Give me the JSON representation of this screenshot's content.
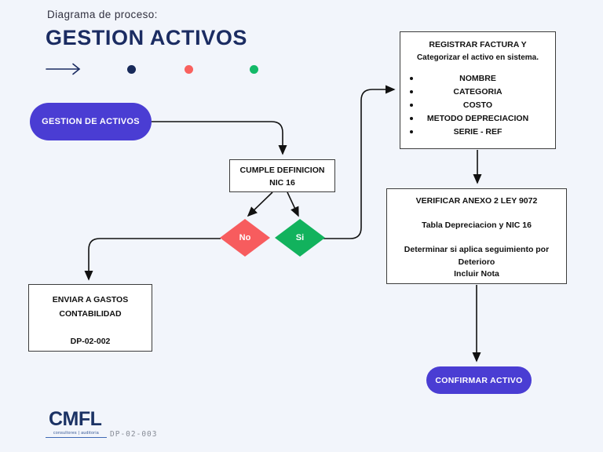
{
  "header": {
    "subtitle": "Diagrama de proceso:",
    "title": "GESTION ACTIVOS"
  },
  "legend": {
    "arrow_icon": "right-arrow",
    "dot_colors": [
      "#182a5a",
      "#f9615e",
      "#13b968"
    ]
  },
  "nodes": {
    "start": {
      "label": "GESTION DE ACTIVOS"
    },
    "cumple": {
      "line1": "CUMPLE DEFINICION",
      "line2": "NIC 16"
    },
    "decision_no": {
      "label": "No"
    },
    "decision_si": {
      "label": "Si"
    },
    "enviar": {
      "line1": "ENVIAR A GASTOS",
      "line2": "CONTABILIDAD",
      "code": "DP-02-002"
    },
    "registrar": {
      "title1": "REGISTRAR FACTURA Y",
      "title2": "Categorizar el activo en sistema.",
      "bullets": [
        "NOMBRE",
        "CATEGORIA",
        "COSTO",
        "METODO DEPRECIACION",
        "SERIE - REF"
      ]
    },
    "verificar": {
      "line1": "VERIFICAR ANEXO 2 LEY 9072",
      "line2": "Tabla Depreciacion y NIC 16",
      "line3": "Determinar si aplica seguimiento por",
      "line4": "Deterioro",
      "line5": "Incluir Nota"
    },
    "confirmar": {
      "label": "CONFIRMAR ACTIVO"
    }
  },
  "footer": {
    "logo": "CMFL",
    "logo_sub": "consultores | auditoria",
    "doc_code": "DP-02-003"
  },
  "colors": {
    "background": "#f2f5fb",
    "accent_purple": "#4a3dd3",
    "navy": "#1b2c62",
    "decision_no_red": "#f75c5e",
    "decision_si_green": "#12b25d",
    "connector_black": "#111111"
  }
}
